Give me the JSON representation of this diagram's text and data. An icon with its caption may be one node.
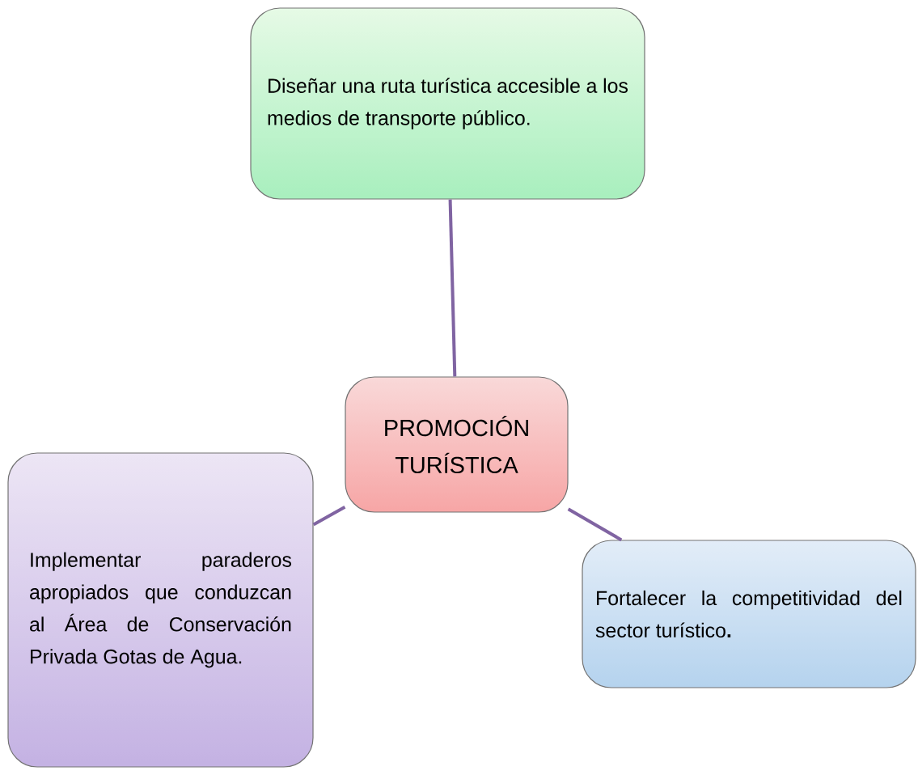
{
  "diagram": {
    "nodes": [
      {
        "text": [
          "PROMOCIÓN TURÍSTICA"
        ]
      },
      {
        "text": [
          "Diseñar una ruta turística accesible a los medios de transporte público."
        ]
      },
      {
        "text": [
          "Implementar paraderos apropiados que conduzcan al Área de Conservación Privada Gotas de Agua."
        ]
      },
      {
        "text": [
          "Fortalecer la competitividad del sector turístico**.**"
        ]
      }
    ],
    "edges": [
      {
        "from": 0,
        "to": 1,
        "arrow": "none"
      },
      {
        "from": 0,
        "to": 2,
        "arrow": "none"
      },
      {
        "from": 0,
        "to": 3,
        "arrow": "none"
      }
    ]
  }
}
